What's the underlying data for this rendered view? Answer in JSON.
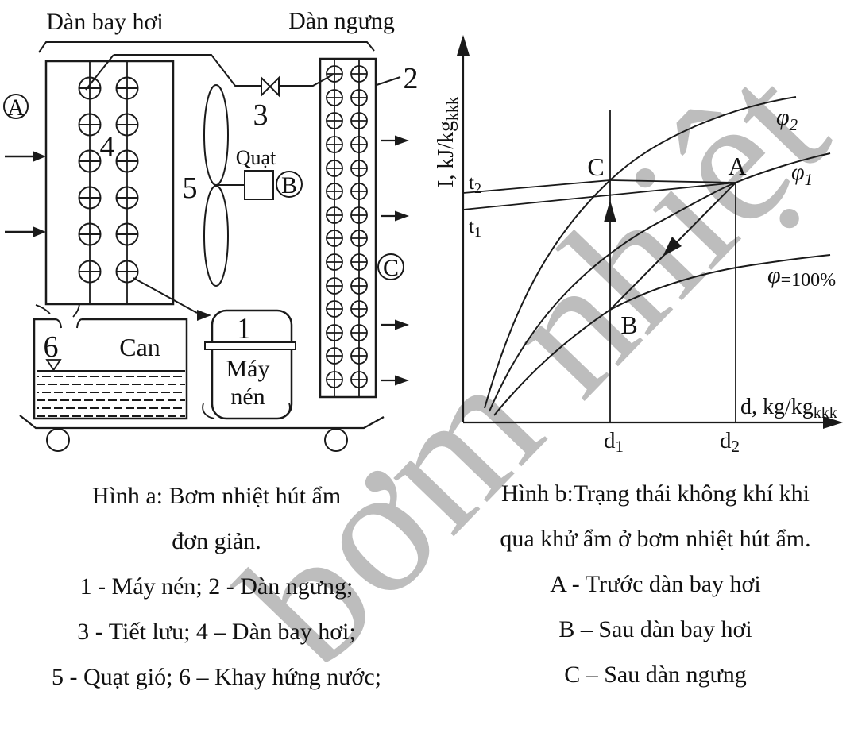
{
  "watermark": {
    "text": "bơm nhiệt"
  },
  "colors": {
    "ink": "#1a1a1a",
    "watermark": "#bdbdbd",
    "background": "#ffffff"
  },
  "schematic": {
    "titles": {
      "evaporator": "Dàn bay hơi",
      "condenser": "Dàn ngưng"
    },
    "labels": {
      "n1": "1",
      "n2": "2",
      "n3": "3",
      "n4": "4",
      "n5": "5",
      "n6": "6",
      "point_a": "A",
      "point_b": "B",
      "point_c": "C",
      "fan": "Quạt",
      "tray": "Can",
      "compressor_line1": "Máy",
      "compressor_line2": "nén"
    }
  },
  "chart": {
    "y_axis": {
      "base": "I, kJ/kg",
      "sub": "kkk"
    },
    "x_axis": {
      "base": "d, kg/kg",
      "sub": "kkk"
    },
    "t2": {
      "base": "t",
      "sub": "2"
    },
    "t1": {
      "base": "t",
      "sub": "1"
    },
    "d1": {
      "base": "d",
      "sub": "1"
    },
    "d2": {
      "base": "d",
      "sub": "2"
    },
    "phi2": {
      "base": "φ",
      "sub": "2"
    },
    "phi1": {
      "base": "φ",
      "sub": "1"
    },
    "phi100": {
      "base": "φ",
      "eq": "=100%"
    },
    "point_a": "A",
    "point_b": "B",
    "point_c": "C"
  },
  "captions": {
    "a": {
      "lines": [
        "Hình a: Bơm nhiệt hút ẩm",
        "đơn giản.",
        "1 - Máy nén; 2 - Dàn ngưng;",
        "3 - Tiết lưu; 4 – Dàn bay hơi;",
        "5 - Quạt gió; 6 – Khay hứng nước;"
      ]
    },
    "b": {
      "lines": [
        "Hình b:Trạng thái không khí khi",
        "qua khử ẩm ở bơm nhiệt hút ẩm.",
        "A - Trước dàn bay hơi",
        "B – Sau dàn bay hơi",
        "C – Sau dàn ngưng"
      ]
    }
  },
  "chart_data": {
    "type": "line",
    "title": "Hình b: Trạng thái không khí khi qua khử ẩm ở bơm nhiệt hút ẩm",
    "xlabel": "d, kg/kgkkk",
    "ylabel": "I, kJ/kgkkk",
    "x_ticks": [
      "d1",
      "d2"
    ],
    "grid": false,
    "curves": [
      {
        "name": "φ2",
        "kind": "constant-relative-humidity",
        "passes_through": [
          "C"
        ]
      },
      {
        "name": "φ1",
        "kind": "constant-relative-humidity",
        "passes_through": [
          "A"
        ]
      },
      {
        "name": "φ=100%",
        "kind": "saturation",
        "passes_through": [
          "B"
        ]
      }
    ],
    "isotherms": [
      {
        "name": "t2",
        "passes_through": [
          "C"
        ]
      },
      {
        "name": "t1",
        "passes_through": [
          "A"
        ]
      }
    ],
    "points": [
      {
        "label": "A",
        "d": "d2",
        "meaning": "Trước dàn bay hơi"
      },
      {
        "label": "B",
        "d": "d1",
        "meaning": "Sau dàn bay hơi"
      },
      {
        "label": "C",
        "d": "d1",
        "meaning": "Sau dàn ngưng"
      }
    ],
    "processes": [
      {
        "from": "A",
        "to": "B",
        "style": "arrow"
      },
      {
        "from": "B",
        "to": "C",
        "style": "arrow",
        "along": "d1"
      }
    ]
  }
}
